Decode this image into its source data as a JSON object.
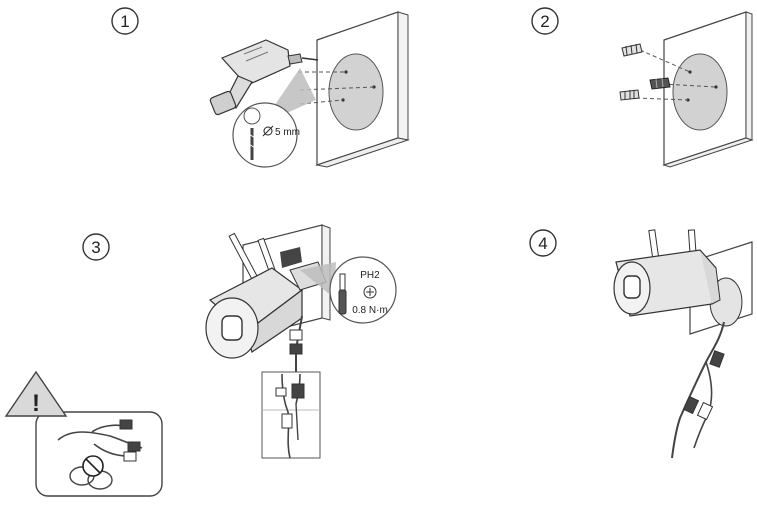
{
  "steps": [
    {
      "number": "1",
      "drill_bit_label": "5 mm"
    },
    {
      "number": "2"
    },
    {
      "number": "3",
      "screwdriver_label": "PH2",
      "torque_label": "0.8 N·m"
    },
    {
      "number": "4"
    }
  ],
  "warning": {
    "symbol": "!"
  },
  "colors": {
    "line": "#444444",
    "wall_hole": "#d2d2d2",
    "camera_body": "#e6e6e6",
    "callout": "#bdbdbd",
    "warning_fill": "#d9d9d9"
  }
}
